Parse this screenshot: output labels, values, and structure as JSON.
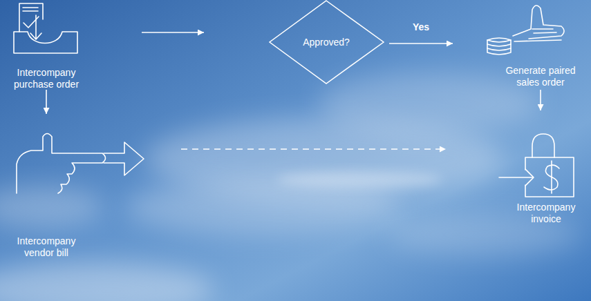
{
  "diagram": {
    "nodes": [
      {
        "text": [
          "Intercompany purchase order"
        ]
      },
      {
        "text": [
          "Approved?"
        ]
      },
      {
        "text": [
          "Generate paired sales order"
        ]
      },
      {
        "text": [
          "Intercompany invoice"
        ]
      },
      {
        "text": [
          "Intercompany vendor bill"
        ]
      }
    ],
    "edges": [
      {
        "from": 0,
        "to": 1,
        "arrow": "to"
      },
      {
        "from": 1,
        "to": 2,
        "label": "Yes",
        "arrow": "to"
      },
      {
        "from": 0,
        "to": 4,
        "arrow": "to"
      },
      {
        "from": 2,
        "to": 3,
        "arrow": "to"
      },
      {
        "from": 4,
        "to": 3,
        "arrow": "to"
      }
    ]
  }
}
